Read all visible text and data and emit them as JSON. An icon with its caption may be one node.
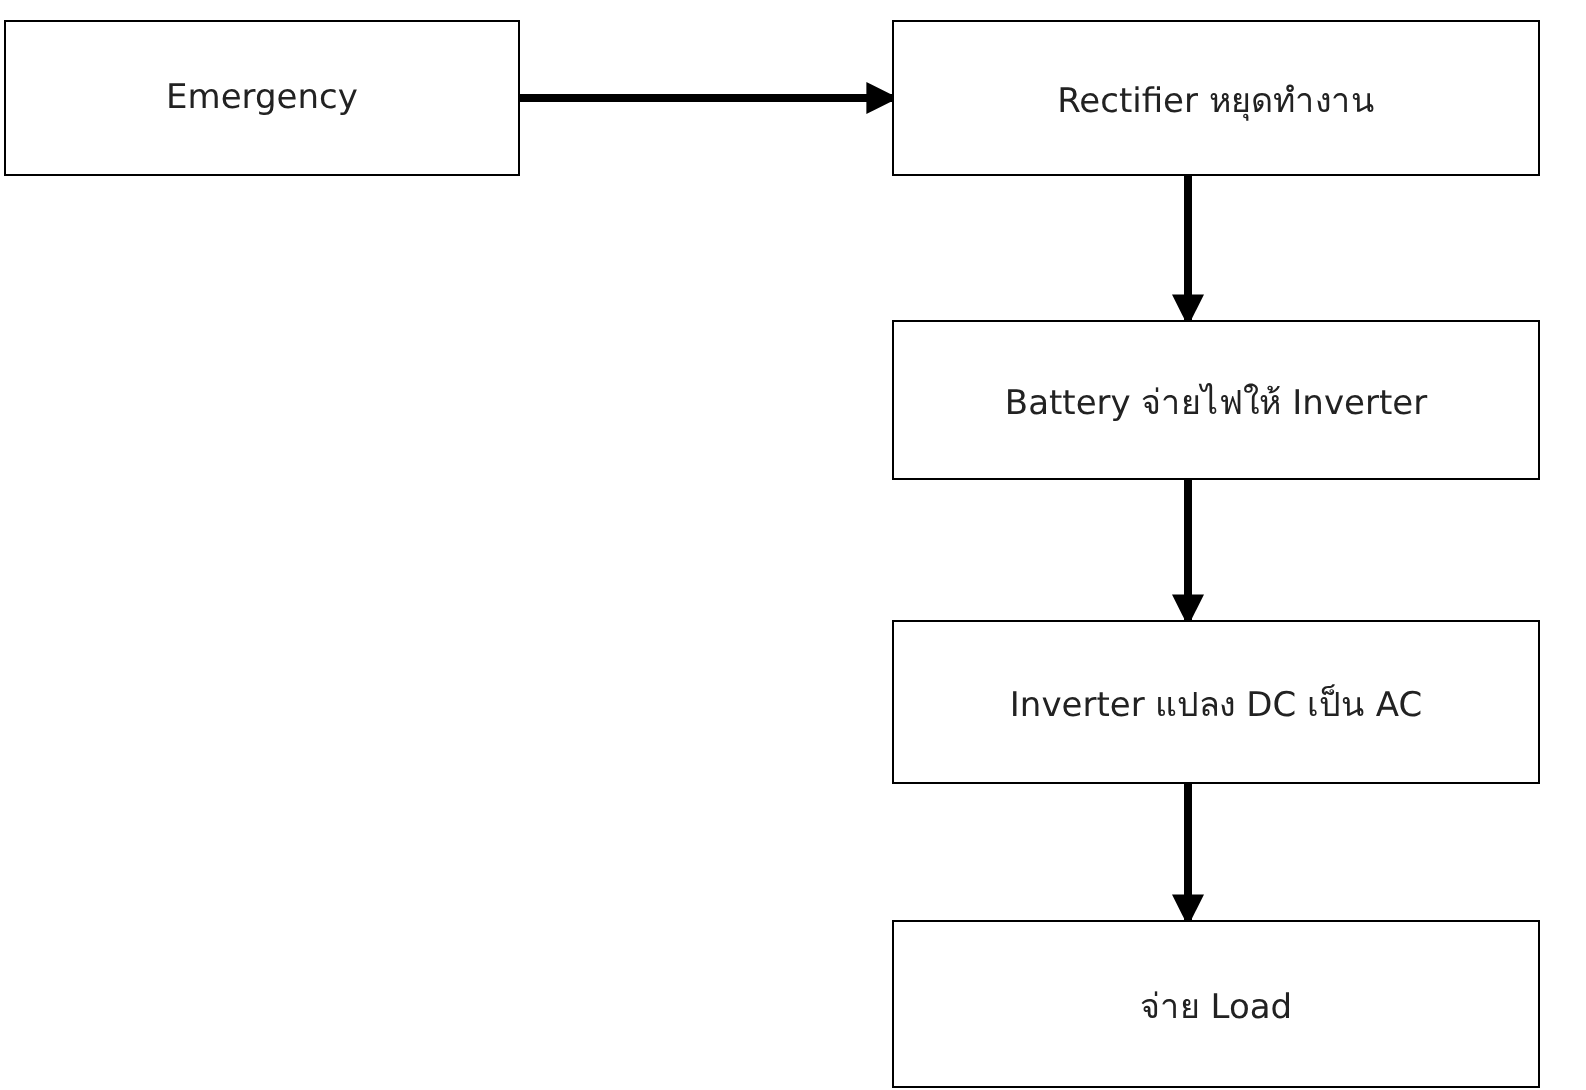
{
  "diagram": {
    "nodes": [
      {
        "text": [
          "Emergency"
        ]
      },
      {
        "text": [
          "Rectifier หยุดทำงาน"
        ]
      },
      {
        "text": [
          "Battery จ่ายไฟให้ Inverter"
        ]
      },
      {
        "text": [
          "Inverter แปลง DC เป็น AC"
        ]
      },
      {
        "text": [
          "จ่าย Load"
        ]
      }
    ],
    "edges": [
      {
        "from": 0,
        "to": 1,
        "arrow": "to"
      },
      {
        "from": 1,
        "to": 2,
        "arrow": "to"
      },
      {
        "from": 2,
        "to": 3,
        "arrow": "to"
      },
      {
        "from": 3,
        "to": 4,
        "arrow": "to"
      }
    ]
  }
}
